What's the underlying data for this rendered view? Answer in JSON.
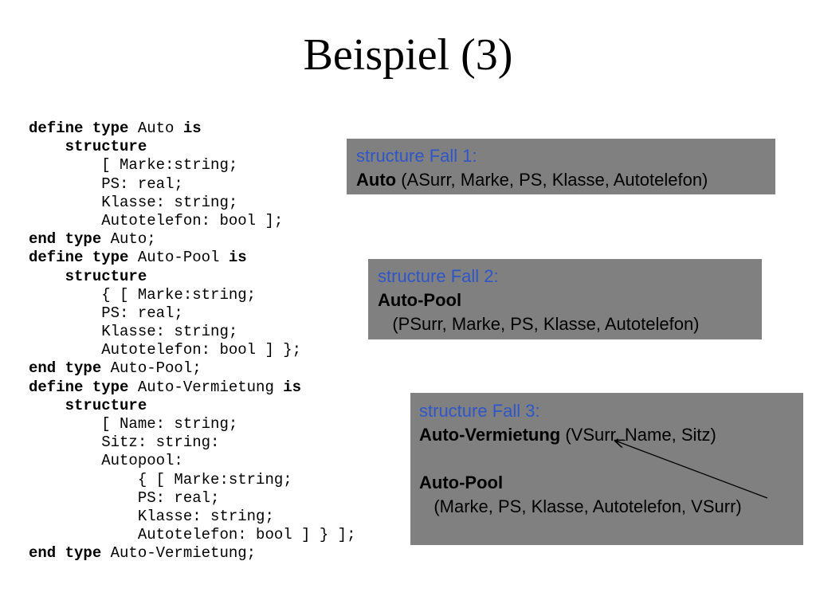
{
  "title": "Beispiel (3)",
  "code": [
    [
      {
        "t": "define type",
        "b": true
      },
      {
        "t": " Auto "
      },
      {
        "t": "is",
        "b": true
      }
    ],
    [
      {
        "t": "    "
      },
      {
        "t": "structure",
        "b": true
      }
    ],
    [
      {
        "t": "        [ Marke:string;"
      }
    ],
    [
      {
        "t": "        PS: real;"
      }
    ],
    [
      {
        "t": "        Klasse: string;"
      }
    ],
    [
      {
        "t": "        Autotelefon: bool ];"
      }
    ],
    [
      {
        "t": "end type",
        "b": true
      },
      {
        "t": " Auto;"
      }
    ],
    [
      {
        "t": "define type",
        "b": true
      },
      {
        "t": " Auto-Pool "
      },
      {
        "t": "is",
        "b": true
      }
    ],
    [
      {
        "t": "    "
      },
      {
        "t": "structure",
        "b": true
      }
    ],
    [
      {
        "t": "        { [ Marke:string;"
      }
    ],
    [
      {
        "t": "        PS: real;"
      }
    ],
    [
      {
        "t": "        Klasse: string;"
      }
    ],
    [
      {
        "t": "        Autotelefon: bool ] };"
      }
    ],
    [
      {
        "t": "end type",
        "b": true
      },
      {
        "t": " Auto-Pool;"
      }
    ],
    [
      {
        "t": "define type",
        "b": true
      },
      {
        "t": " Auto-Vermietung "
      },
      {
        "t": "is",
        "b": true
      }
    ],
    [
      {
        "t": "    "
      },
      {
        "t": "structure",
        "b": true
      }
    ],
    [
      {
        "t": "        [ Name: string;"
      }
    ],
    [
      {
        "t": "        Sitz: string:"
      }
    ],
    [
      {
        "t": "        Autopool:"
      }
    ],
    [
      {
        "t": "            { [ Marke:string;"
      }
    ],
    [
      {
        "t": "            PS: real;"
      }
    ],
    [
      {
        "t": "            Klasse: string;"
      }
    ],
    [
      {
        "t": "            Autotelefon: bool ] } ];"
      }
    ],
    [
      {
        "t": "end type",
        "b": true
      },
      {
        "t": " Auto-Vermietung;"
      }
    ]
  ],
  "boxes": [
    {
      "lines": [
        [
          {
            "t": "structure Fall 1",
            "c": "head"
          },
          {
            "t": ":",
            "c": "head"
          }
        ],
        [
          {
            "t": "Auto",
            "c": "b"
          },
          {
            "t": " (ASurr, Marke, PS, Klasse, Autotelefon)"
          }
        ]
      ]
    },
    {
      "lines": [
        [
          {
            "t": "structure Fall 2",
            "c": "head"
          },
          {
            "t": ":",
            "c": "head"
          }
        ],
        [
          {
            "t": "Auto-Pool",
            "c": "b"
          }
        ],
        [
          {
            "t": "   (PSurr, Marke, PS, Klasse, Autotelefon)"
          }
        ]
      ]
    },
    {
      "lines": [
        [
          {
            "t": "structure Fall 3",
            "c": "head"
          },
          {
            "t": ":",
            "c": "head"
          }
        ],
        [
          {
            "t": "Auto-Vermietung",
            "c": "b"
          },
          {
            "t": " (VSurr, Name, Sitz)"
          }
        ],
        [
          {
            "t": ""
          }
        ],
        [
          {
            "t": "Auto-Pool",
            "c": "b"
          }
        ],
        [
          {
            "t": "   (Marke, PS, Klasse, Autotelefon, VSurr)"
          }
        ]
      ]
    }
  ]
}
